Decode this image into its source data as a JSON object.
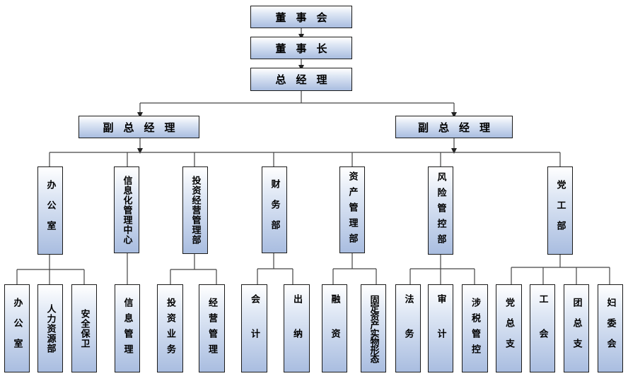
{
  "org": {
    "board": "董事会",
    "chairman": "董事长",
    "general_manager": "总经理",
    "vgm_left": "副总经理",
    "vgm_right": "副总经理",
    "departments": [
      {
        "name": "办公室",
        "units": [
          "办公室",
          "人力资源部",
          "安全保卫"
        ]
      },
      {
        "name": "信息化管理中心",
        "units": [
          "信息管理"
        ]
      },
      {
        "name": "投资经营管理部",
        "units": [
          "投资业务",
          "经营管理"
        ]
      },
      {
        "name": "财务部",
        "units": [
          "会计",
          "出纳"
        ]
      },
      {
        "name": "资产管理部",
        "units": [
          "融资",
          "固定资产实物形态"
        ]
      },
      {
        "name": "风险管控部",
        "units": [
          "法务",
          "审计",
          "涉税管控"
        ]
      },
      {
        "name": "党工部",
        "units": [
          "党总支",
          "工会",
          "团总支",
          "妇委会"
        ]
      }
    ]
  }
}
